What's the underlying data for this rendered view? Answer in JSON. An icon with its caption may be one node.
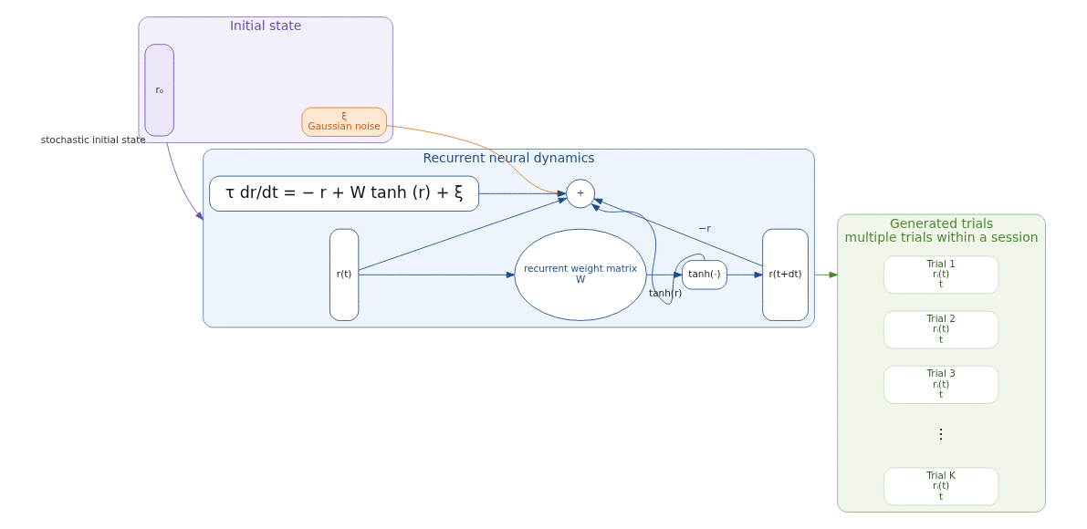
{
  "diagram": {
    "nodes": [
      {
        "text": [
          "Initial state"
        ]
      },
      {
        "text": [
          "r₀"
        ],
        "beside": [
          "stochastic initial state"
        ],
        "in": 0
      },
      {
        "text": [
          "ξ",
          "Gaussian noise"
        ],
        "in": 0
      },
      {
        "text": [
          "Recurrent neural dynamics"
        ]
      },
      {
        "text": [
          "r(t)"
        ],
        "in": 3
      },
      {
        "text": [
          "recurrent weight matrix",
          "W"
        ],
        "in": 3
      },
      {
        "text": [
          "tanh(·)"
        ],
        "beside": [
          "tanh(r)"
        ],
        "in": 3
      },
      {
        "text": [
          "r(t+dt)"
        ],
        "in": 3
      },
      {
        "text": [
          "+"
        ],
        "in": 3
      },
      {
        "text": [
          "τ dr/dt = − r + W tanh (r) + ξ"
        ],
        "in": 3
      },
      {
        "text": [
          "Generated trials",
          "multiple trials within a session"
        ]
      },
      {
        "text": [
          "Trial 1",
          "rᵢ(t)",
          "t"
        ],
        "in": 10
      },
      {
        "text": [
          "Trial 2",
          "rᵢ(t)",
          "t"
        ],
        "in": 10
      },
      {
        "text": [
          "Trial 3",
          "rᵢ(t)",
          "t"
        ],
        "in": 10
      },
      {
        "text": [
          "Trial K",
          "rᵢ(t)",
          "t"
        ],
        "in": 10
      }
    ],
    "edges": [
      {
        "from": 0,
        "to": 3,
        "arrow": "to",
        "color": "#6a4fa8"
      },
      {
        "from": 4,
        "to": 5,
        "arrow": "to"
      },
      {
        "from": 5,
        "to": 6,
        "arrow": "to"
      },
      {
        "from": 6,
        "to": 7,
        "arrow": "to"
      },
      {
        "from": 4,
        "to": 8,
        "arrow": "to"
      },
      {
        "from": 6,
        "to": 8,
        "arrow": "to"
      },
      {
        "from": 7,
        "to": 8,
        "arrow": "to",
        "label": "−r"
      },
      {
        "from": 2,
        "to": 8,
        "arrow": "to",
        "color": "#e07a1f"
      },
      {
        "from": 9,
        "to": 8,
        "arrow": "to"
      },
      {
        "from": 3,
        "to": 10,
        "arrow": "to",
        "color": "#4a8a2e"
      }
    ],
    "labels": [
      "⋮"
    ]
  }
}
